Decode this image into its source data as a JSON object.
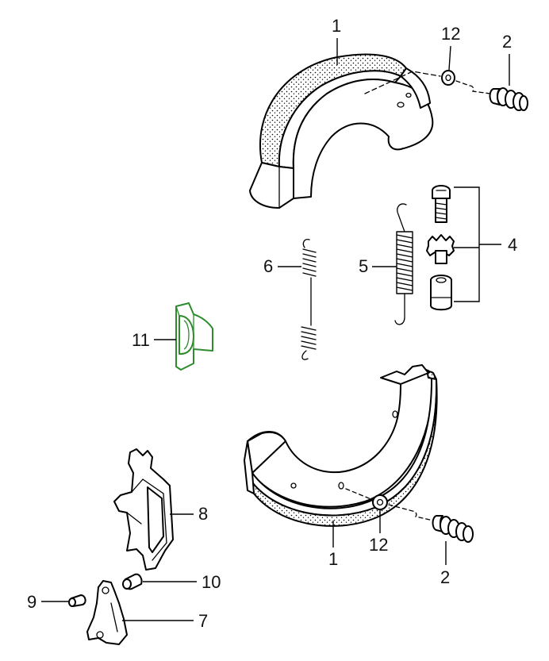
{
  "labels": {
    "brake_shoe_top": "1",
    "brake_shoe_bottom": "1",
    "washer_top": "12",
    "washer_bottom": "12",
    "spring_cup_top": "2",
    "spring_cup_bottom": "2",
    "adjuster": "4",
    "return_spring_long": "5",
    "return_spring_short": "6",
    "clip": "11",
    "lever_plate": "8",
    "bushing": "10",
    "pin": "9",
    "lever": "7"
  },
  "colors": {
    "line": "#000000",
    "highlight": "#2e8b2e",
    "background": "#ffffff"
  }
}
